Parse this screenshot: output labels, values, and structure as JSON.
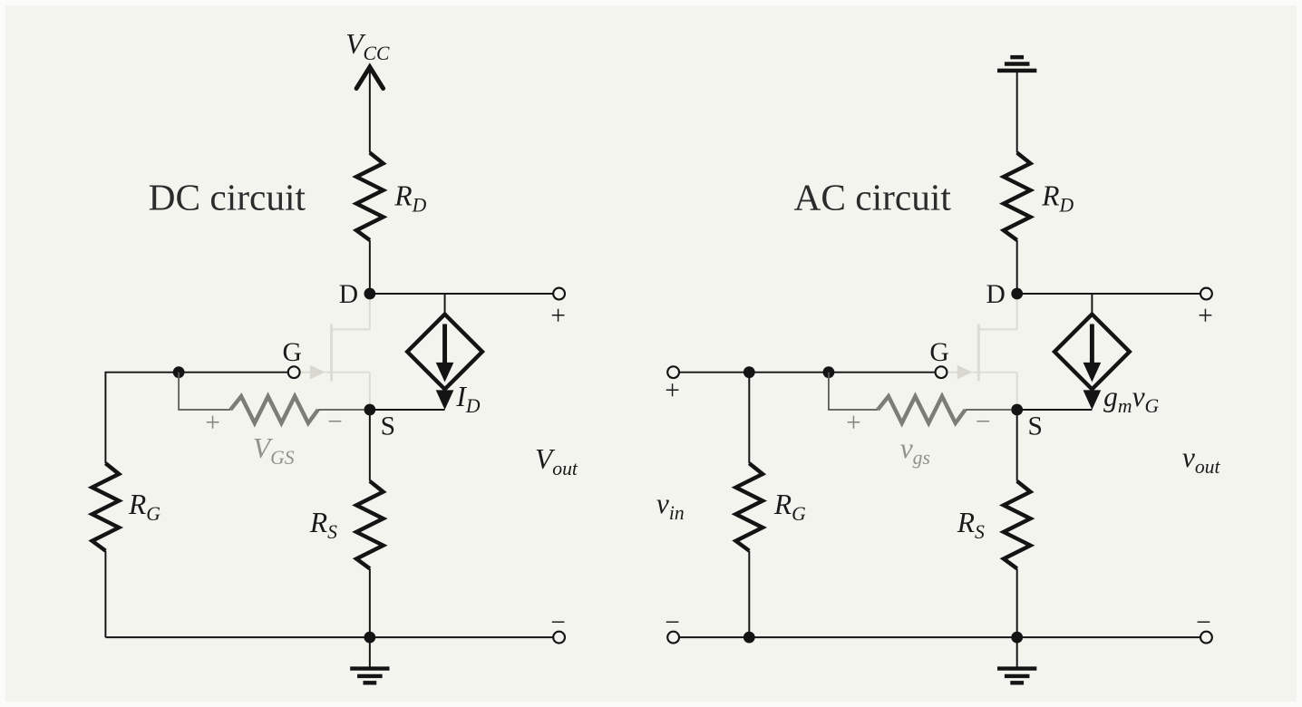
{
  "colors": {
    "background": "#f4f4ef",
    "ink": "#141414",
    "ghost_transistor": "#dcdcd5",
    "gray_component": "#7d7d78",
    "gray_label": "#92928c"
  },
  "signs": {
    "plus": "+",
    "minus": "−"
  },
  "dc": {
    "title": "DC circuit",
    "supply": {
      "main": "V",
      "sub": "CC"
    },
    "rd": {
      "main": "R",
      "sub": "D"
    },
    "rg": {
      "main": "R",
      "sub": "G"
    },
    "rs": {
      "main": "R",
      "sub": "S"
    },
    "drain": "D",
    "gate": "G",
    "source": "S",
    "current": {
      "main": "I",
      "sub": "D"
    },
    "vgs": {
      "main": "V",
      "sub": "GS"
    },
    "vout": {
      "main": "V",
      "sub": "out"
    }
  },
  "ac": {
    "title": "AC circuit",
    "rd": {
      "main": "R",
      "sub": "D"
    },
    "rg": {
      "main": "R",
      "sub": "G"
    },
    "rs": {
      "main": "R",
      "sub": "S"
    },
    "drain": "D",
    "gate": "G",
    "source": "S",
    "current": {
      "m1": "g",
      "s1": "m",
      "m2": "v",
      "s2": "G"
    },
    "vgs": {
      "main": "v",
      "sub": "gs"
    },
    "vin": {
      "main": "v",
      "sub": "in"
    },
    "vout": {
      "main": "v",
      "sub": "out"
    }
  }
}
